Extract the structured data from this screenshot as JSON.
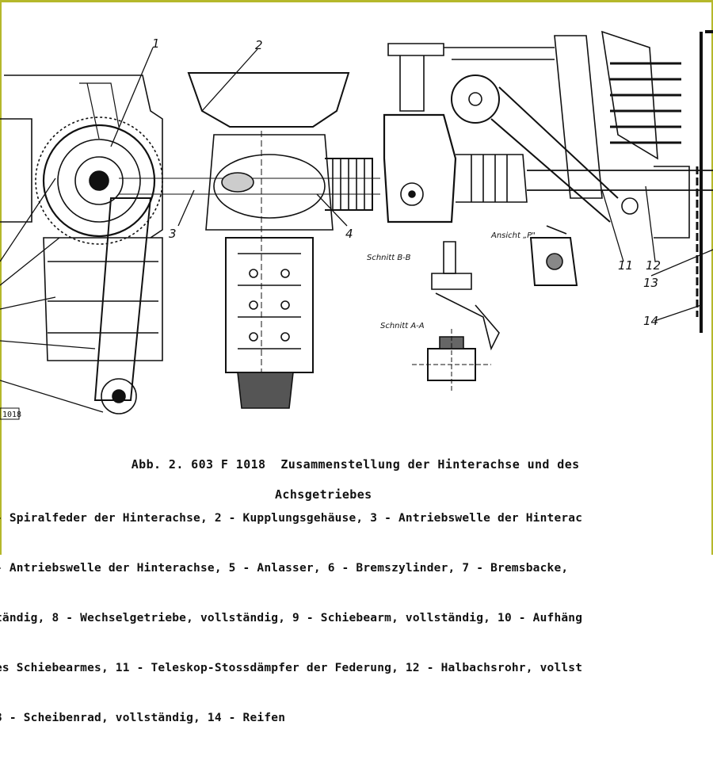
{
  "figure": {
    "caption_line1": "Abb. 2. 603 F 1018  Zusammenstellung der Hinterachse und des",
    "caption_line2": "Achsgetriebes",
    "plate_mark": "1018",
    "callouts": [
      "1",
      "2",
      "3",
      "4",
      "11",
      "12",
      "13",
      "14"
    ],
    "section_labels": {
      "ansicht": "Ansicht „P\"",
      "schnitt_bb": "Schnitt B-B",
      "schnitt_aa": "Schnitt A-A"
    }
  },
  "legend": [
    "- Spiralfeder der Hinterachse, 2 - Kupplungsgehäuse, 3 - Antriebswelle der Hinterac",
    "- Antriebswelle der Hinterachse, 5 - Anlasser, 6 - Bremszylinder, 7 - Bremsbacke,",
    "tändig, 8 - Wechselgetriebe, vollständig, 9 - Schiebearm, vollständig, 10 - Aufhäng",
    "es Schiebearmes, 11 - Teleskop-Stossdämpfer der Federung, 12 - Halbachsrohr, vollst",
    "3 - Scheibenrad, vollständig, 14 - Reifen"
  ]
}
